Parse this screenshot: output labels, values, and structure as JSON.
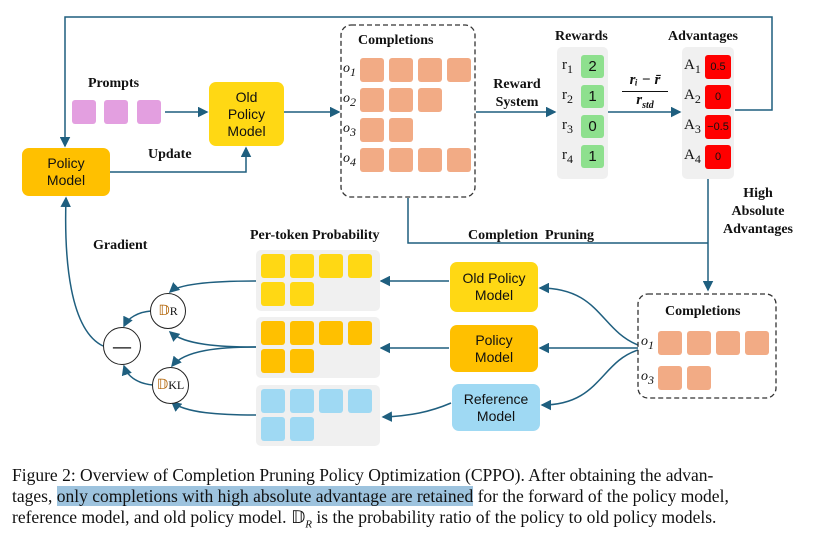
{
  "figure": {
    "prompts_label": "Prompts",
    "old_policy_model": "Old Policy Model",
    "policy_model": "Policy Model",
    "update_label": "Update",
    "completions_title": "Completions",
    "completion_rows": [
      {
        "label": "o",
        "sub": "1",
        "tokens": 4
      },
      {
        "label": "o",
        "sub": "2",
        "tokens": 3
      },
      {
        "label": "o",
        "sub": "3",
        "tokens": 2
      },
      {
        "label": "o",
        "sub": "4",
        "tokens": 4
      }
    ],
    "reward_system_label": "Reward System",
    "rewards_title": "Rewards",
    "rewards": [
      {
        "label": "r",
        "sub": "1",
        "value": "2"
      },
      {
        "label": "r",
        "sub": "2",
        "value": "1"
      },
      {
        "label": "r",
        "sub": "3",
        "value": "0"
      },
      {
        "label": "r",
        "sub": "4",
        "value": "1"
      }
    ],
    "formula_numerator": "rᵢ − r̄",
    "formula_denominator": "r",
    "formula_denominator_sub": "std",
    "advantages_title": "Advantages",
    "advantages": [
      {
        "label": "A",
        "sub": "1",
        "value": "0.5"
      },
      {
        "label": "A",
        "sub": "2",
        "value": "0"
      },
      {
        "label": "A",
        "sub": "3",
        "value": "−0.5"
      },
      {
        "label": "A",
        "sub": "4",
        "value": "0"
      }
    ],
    "high_abs_label": "High Absolute Advantages",
    "completion_pruning_label": "Completion  Pruning",
    "gradient_label": "Gradient",
    "per_token_title": "Per-token Probability",
    "old_policy_model_2": "Old Policy Model",
    "policy_model_2": "Policy Model",
    "reference_model": "Reference Model",
    "completions2_title": "Completions",
    "completions2_rows": [
      {
        "label": "o",
        "sub": "1",
        "tokens": 4
      },
      {
        "label": "o",
        "sub": "3",
        "tokens": 2
      }
    ],
    "dr_symbol": "𝔻",
    "dr_sub": "R",
    "dkl_sub": "KL",
    "minus_symbol": "—",
    "colors": {
      "prompt": "#e39fe0",
      "old_policy": "#ffd814",
      "policy": "#ffc000",
      "reference": "#9fd9f3",
      "token": "#f2ab85",
      "reward": "#8ee08e",
      "advantage": "#ff0000",
      "arrow": "#1f5f7f",
      "highlight": "#9dc3de"
    }
  },
  "caption": {
    "line1": "Figure 2: Overview of Completion Pruning Policy Optimization (CPPO). After obtaining the advan-",
    "line2_pre": "tages, ",
    "line2_highlight": "only completions with high absolute advantage are retained",
    "line2_post": " for the forward of the policy model,",
    "line3_pre": "reference model, and old policy model. ",
    "line3_symbol": "𝔻",
    "line3_sub": "R",
    "line3_post": " is the probability ratio of the policy to old policy models."
  }
}
